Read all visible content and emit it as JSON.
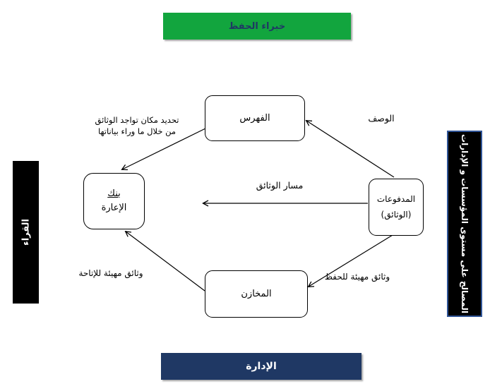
{
  "title_banner": {
    "label": "خبراء الحفظ"
  },
  "left_banner": {
    "label": "القراء"
  },
  "right_banner": {
    "label": "المصالح على مستوى المؤسسات و الإدارات"
  },
  "bottom_banner": {
    "label": "الإدارة"
  },
  "nodes": {
    "index": {
      "label": "الفهرس"
    },
    "lending_bank": {
      "line1": "بنك",
      "line2": "الإعارة"
    },
    "payments": {
      "line1": "المدفوعات",
      "line2": "(الوثائق)"
    },
    "stores": {
      "label": "المخازن"
    }
  },
  "edge_labels": {
    "description": "الوصف",
    "locate_line1": "تحديد مكان تواجد الوثائق",
    "locate_line2": "من خلال ما وراء بياناتها",
    "documents_path": "مسار الوثائق",
    "prepared_for_preservation": "وثائق مهيئة للحفظ",
    "prepared_for_access": "وثائق مهيئة للإتاحة"
  },
  "colors": {
    "green": "#12A53E",
    "navy": "#1F3864",
    "black": "#000000",
    "white": "#FFFFFF",
    "rborder": "#2F5496"
  }
}
